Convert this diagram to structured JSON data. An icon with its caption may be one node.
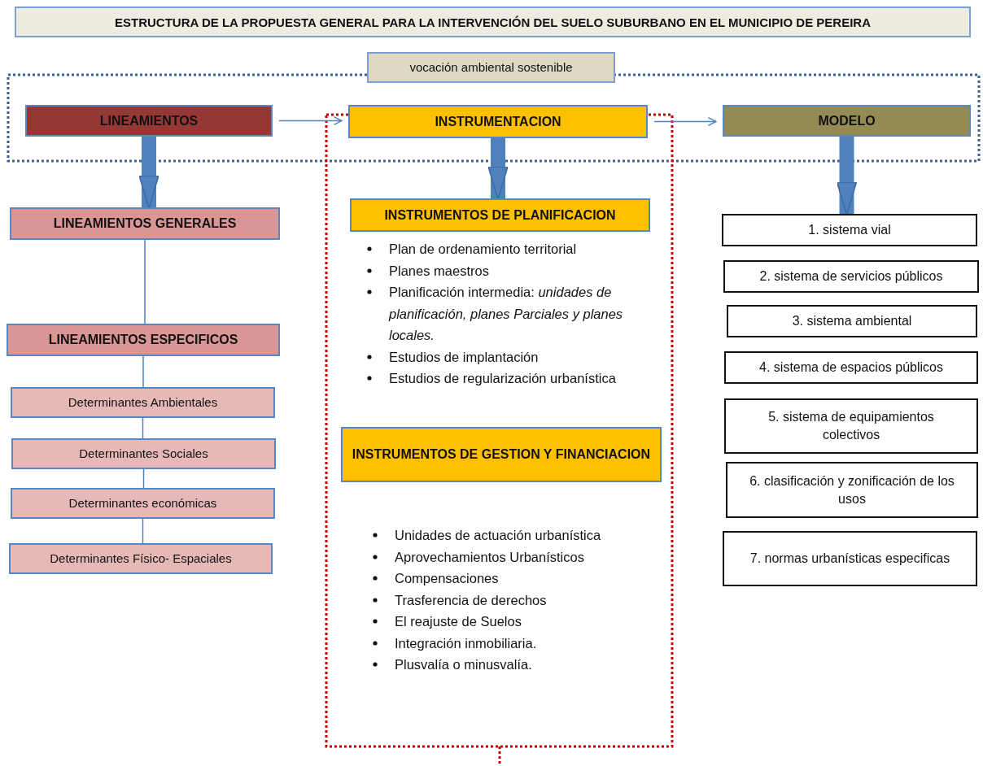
{
  "diagram": {
    "title": "ESTRUCTURA DE LA PROPUESTA GENERAL PARA LA  INTERVENCIÓN DEL SUELO  SUBURBANO EN EL MUNICIPIO DE PEREIRA",
    "nodes": [
      {
        "text": [
          "vocación ambiental sostenible"
        ]
      },
      {
        "text": [
          "LINEAMIENTOS"
        ]
      },
      {
        "text": [
          "INSTRUMENTACION"
        ]
      },
      {
        "text": [
          "MODELO"
        ]
      },
      {
        "text": [
          "LINEAMIENTOS  GENERALES"
        ]
      },
      {
        "text": [
          "LINEAMIENTOS ESPECIFICOS"
        ]
      },
      {
        "text": [
          "Determinantes Ambientales"
        ]
      },
      {
        "text": [
          "Determinantes Sociales"
        ]
      },
      {
        "text": [
          "Determinantes  económicas"
        ]
      },
      {
        "text": [
          "Determinantes Físico- Espaciales"
        ]
      },
      {
        "text": [
          "INSTRUMENTOS DE PLANIFICACION"
        ]
      },
      {
        "text": [
          "INSTRUMENTOS DE GESTION Y FINANCIACION"
        ]
      },
      {
        "text": [
          "1. sistema vial"
        ]
      },
      {
        "text": [
          "2. sistema de servicios públicos"
        ]
      },
      {
        "text": [
          "3. sistema ambiental"
        ]
      },
      {
        "text": [
          "4. sistema de espacios públicos"
        ]
      },
      {
        "text": [
          "5. sistema de equipamientos colectivos"
        ]
      },
      {
        "text": [
          "6. clasificación y zonificación de los usos"
        ]
      },
      {
        "text": [
          "7. normas urbanísticas especificas"
        ]
      }
    ],
    "edges": [
      {
        "from": 1,
        "to": 2,
        "arrow": "to"
      },
      {
        "from": 2,
        "to": 3,
        "arrow": "to"
      },
      {
        "from": 1,
        "to": 4,
        "arrow": "to",
        "style": "thick"
      },
      {
        "from": 2,
        "to": 10,
        "arrow": "to",
        "style": "thick"
      },
      {
        "from": 3,
        "to": 12,
        "arrow": "to",
        "style": "thick"
      },
      {
        "from": 4,
        "to": 5,
        "arrow": "none"
      },
      {
        "from": 5,
        "to": 6,
        "arrow": "none"
      },
      {
        "from": 6,
        "to": 7,
        "arrow": "none"
      },
      {
        "from": 7,
        "to": 8,
        "arrow": "none"
      },
      {
        "from": 8,
        "to": 9,
        "arrow": "none"
      }
    ],
    "labels": [
      "Plan de ordenamiento territorial",
      "Planes maestros",
      "Planificación intermedia: *unidades de planificación, planes Parciales y planes locales.*",
      "Estudios de implantación",
      "Estudios de regularización urbanística",
      "Unidades de actuación urbanística",
      "Aprovechamientos Urbanísticos",
      "Compensaciones",
      "Trasferencia de derechos",
      "El reajuste de Suelos",
      "Integración inmobiliaria.",
      "Plusvalía o minusvalía."
    ]
  }
}
